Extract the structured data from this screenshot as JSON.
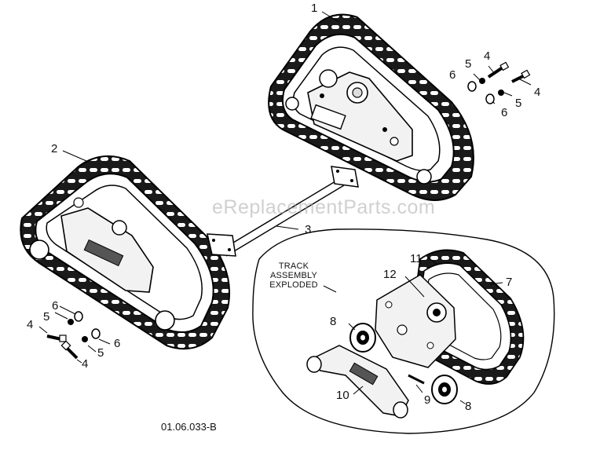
{
  "diagram": {
    "watermark": "eReplacementParts.com",
    "drawing_code": "01.06.033-B",
    "exploded_note": [
      "TRACK",
      "ASSEMBLY",
      "EXPLODED"
    ],
    "callouts": {
      "c1": "1",
      "c2": "2",
      "c3": "3",
      "c4a": "4",
      "c4b": "4",
      "c4c": "4",
      "c4d": "4",
      "c5a": "5",
      "c5b": "5",
      "c5c": "5",
      "c5d": "5",
      "c6a": "6",
      "c6b": "6",
      "c6c": "6",
      "c6d": "6",
      "c7": "7",
      "c8a": "8",
      "c8b": "8",
      "c9": "9",
      "c10": "10",
      "c11": "11",
      "c12": "12"
    }
  }
}
